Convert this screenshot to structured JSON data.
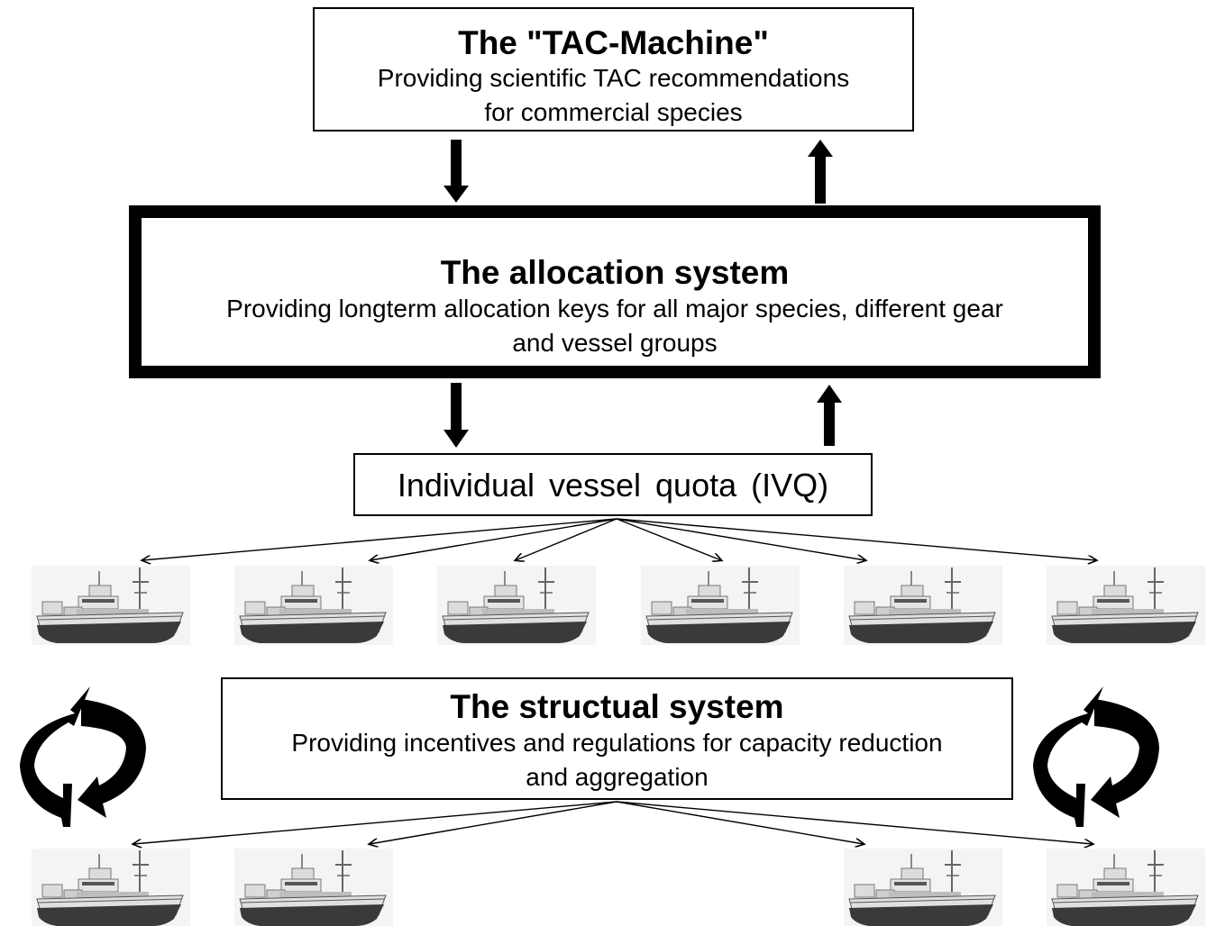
{
  "tac_box": {
    "title": "The \"TAC-Machine\"",
    "line1": "Providing scientific TAC recommendations",
    "line2": "for commercial species"
  },
  "allocation_box": {
    "title": "The allocation  system",
    "line1": "Providing longterm allocation keys for all major species, different gear",
    "line2": "and vessel groups"
  },
  "ivq_box": {
    "label": "Individual  vessel quota (IVQ)"
  },
  "structural_box": {
    "title": "The structual  system",
    "line1": "Providing incentives and regulations for capacity reduction",
    "line2": "and aggregation"
  },
  "icons": {
    "vessel": "fishing-vessel-icon",
    "cycle": "cycle-arrows-icon",
    "flow": "arrow-icon"
  },
  "colors": {
    "line": "#000000",
    "hull": "#3a3a3a",
    "superstructure": "#e6e6e6",
    "background": "#ffffff"
  }
}
